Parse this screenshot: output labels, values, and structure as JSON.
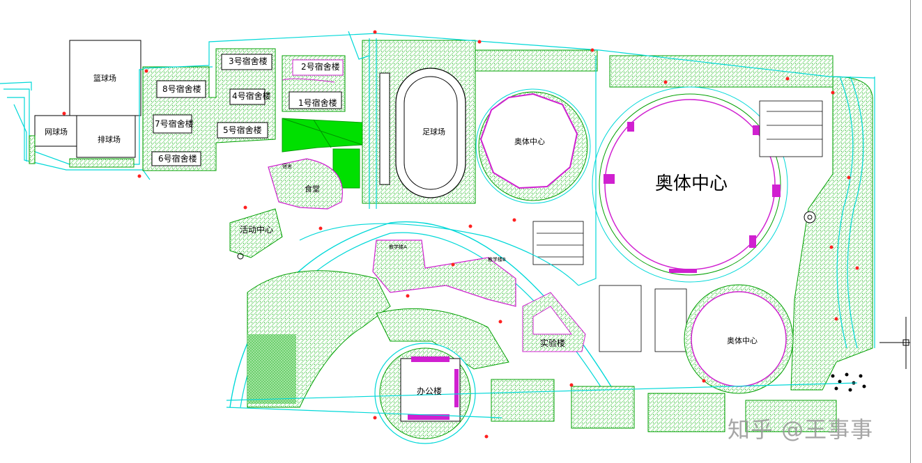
{
  "colors": {
    "background": "#ffffff",
    "road": "#00d8d8",
    "green_outline": "#00a000",
    "green_hatch": "#b8f0b8",
    "solid_green": "#00e000",
    "building": "#d020d0",
    "track": "#000000",
    "marker": "#ff2020"
  },
  "labels": {
    "basketball": "篮球场",
    "tennis": "网球场",
    "volleyball": "排球场",
    "dorm1": "1号宿舍楼",
    "dorm2": "2号宿舍楼",
    "dorm3": "3号宿舍楼",
    "dorm4": "4号宿舍楼",
    "dorm5": "5号宿舍楼",
    "dorm6": "6号宿舍楼",
    "dorm7": "7号宿舍楼",
    "dorm8": "8号宿舍楼",
    "canteen": "食堂",
    "activity": "活动中心",
    "football": "足球场",
    "sports_small": "奥体中心",
    "sports_large": "奥体中心",
    "sports_lower": "奥体中心",
    "lab": "实验楼",
    "office": "办公楼",
    "tiny1": "教学楼A",
    "tiny2": "教学楼B",
    "tiny3": "宿舍"
  },
  "watermark": "知乎 @王事事",
  "icons": {
    "crosshair": "crosshair-cursor-icon",
    "roundabout": "roundabout-icon"
  }
}
